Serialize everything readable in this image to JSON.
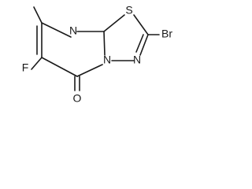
{
  "molecule": {
    "atoms": {
      "methyl_carbon": "",
      "nitrogen_ring_top": "N",
      "sulfur": "S",
      "bromine": "Br",
      "nitrogen_right": "N",
      "nitrogen_bridge": "N",
      "fluorine": "F",
      "oxygen": "O"
    }
  }
}
